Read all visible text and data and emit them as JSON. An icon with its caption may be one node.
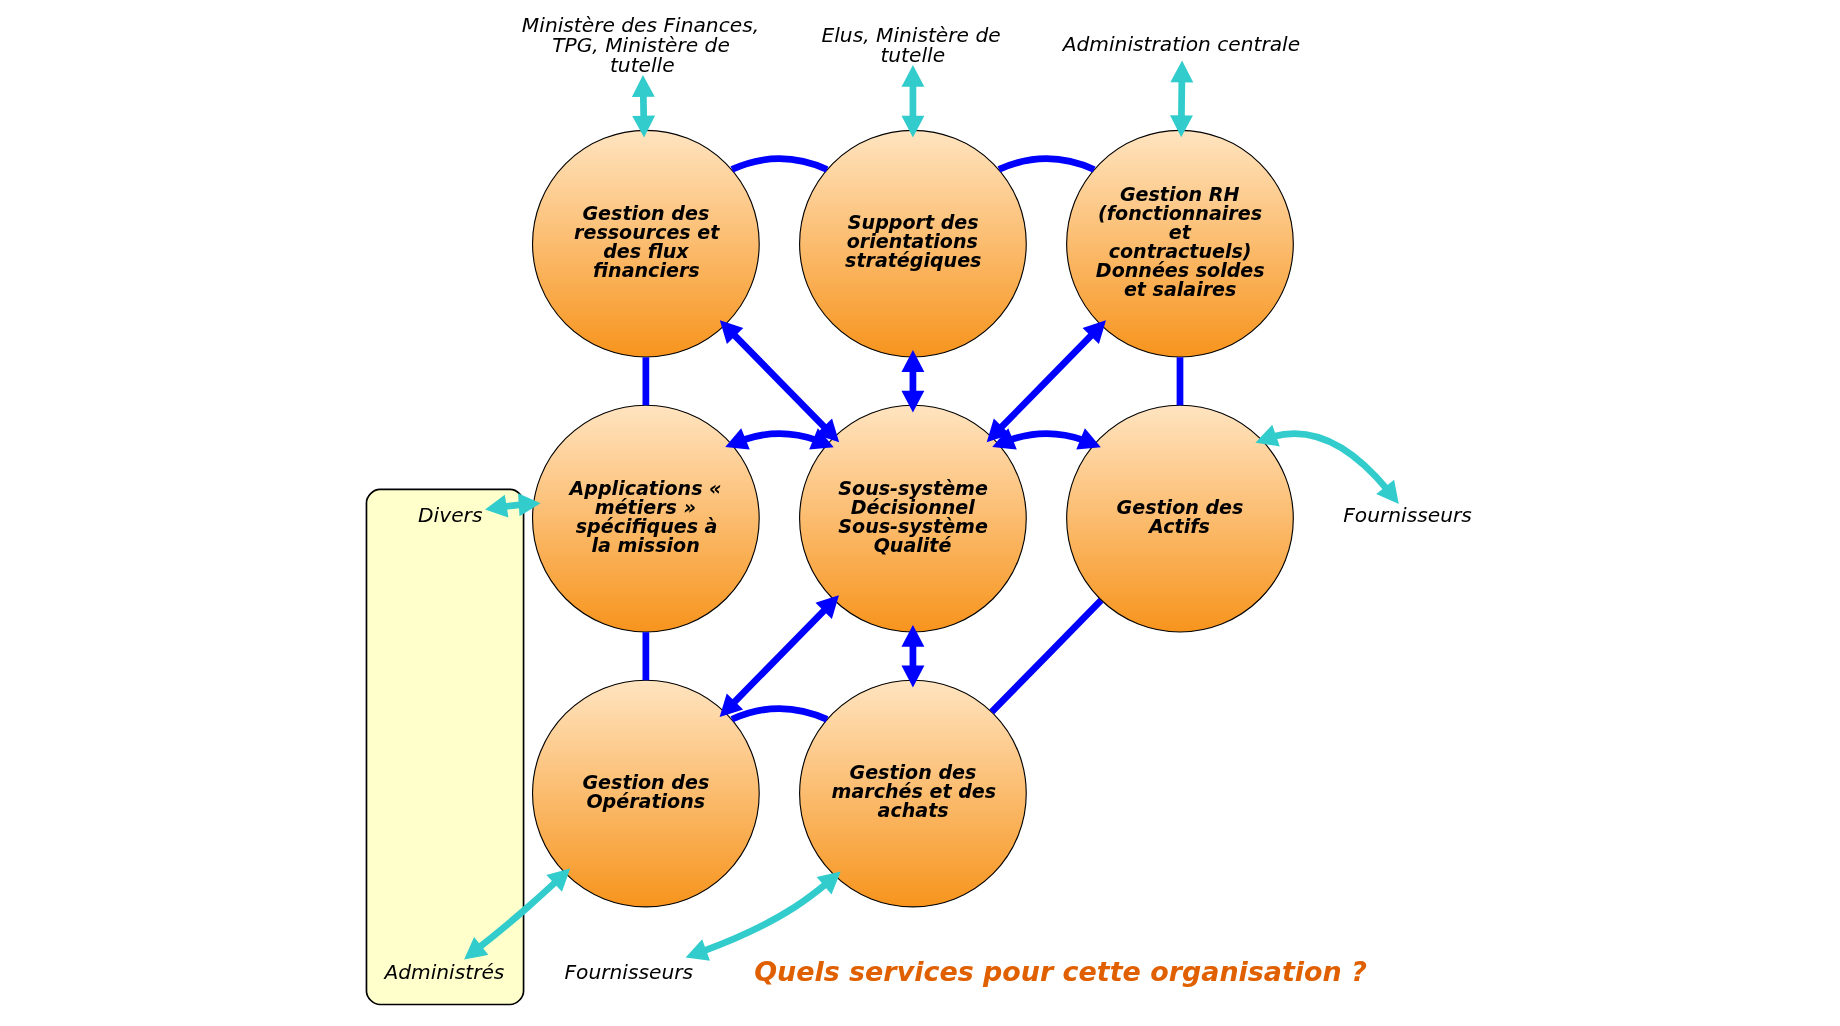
{
  "diagram": {
    "nodes": [
      {
        "text": [
          "Ministère des Finances, TPG, Ministère de tutelle"
        ]
      },
      {
        "text": [
          "Elus, Ministère de tutelle"
        ]
      },
      {
        "text": [
          "Administration centrale"
        ]
      },
      {
        "text": [
          "Gestion des ressources et des flux financiers"
        ]
      },
      {
        "text": [
          "Support des orientations stratégiques"
        ]
      },
      {
        "text": [
          "Gestion RH (fonctionnaires et contractuels)",
          "Données soldes et salaires"
        ]
      },
      {
        "text": [],
        "shape": "ellipse"
      },
      {
        "text": [
          "Applications « métiers » spécifiques à la mission"
        ]
      },
      {
        "text": [
          "Sous-système Décisionnel",
          "Sous-système Qualité"
        ]
      },
      {
        "text": [
          "Gestion des Actifs"
        ]
      },
      {
        "text": [
          "Fournisseurs"
        ]
      },
      {
        "text": [
          "Divers"
        ],
        "in": 6
      },
      {
        "text": [
          "Gestion des Opérations"
        ]
      },
      {
        "text": [
          "Gestion des marchés et des achats"
        ]
      },
      {
        "text": [
          "Administrés"
        ],
        "in": 6
      },
      {
        "text": [
          "Fournisseurs"
        ]
      }
    ],
    "edges": [
      {
        "from": 0,
        "to": 3,
        "arrow": "both",
        "color": "#33cccc"
      },
      {
        "from": 1,
        "to": 4,
        "arrow": "both",
        "color": "#33cccc"
      },
      {
        "from": 2,
        "to": 5,
        "arrow": "both",
        "color": "#33cccc"
      },
      {
        "from": 3,
        "to": 4,
        "arrow": "none",
        "color": "#0000ff"
      },
      {
        "from": 4,
        "to": 5,
        "arrow": "none",
        "color": "#0000ff"
      },
      {
        "from": 5,
        "to": 9,
        "arrow": "none",
        "color": "#0000ff"
      },
      {
        "from": 9,
        "to": 13,
        "arrow": "none",
        "color": "#0000ff"
      },
      {
        "from": 13,
        "to": 12,
        "arrow": "none",
        "color": "#0000ff"
      },
      {
        "from": 12,
        "to": 7,
        "arrow": "none",
        "color": "#0000ff"
      },
      {
        "from": 7,
        "to": 3,
        "arrow": "none",
        "color": "#0000ff"
      },
      {
        "from": 3,
        "to": 8,
        "arrow": "both",
        "color": "#0000ff"
      },
      {
        "from": 4,
        "to": 8,
        "arrow": "both",
        "color": "#0000ff"
      },
      {
        "from": 5,
        "to": 8,
        "arrow": "both",
        "color": "#0000ff"
      },
      {
        "from": 7,
        "to": 8,
        "arrow": "both",
        "color": "#0000ff"
      },
      {
        "from": 8,
        "to": 9,
        "arrow": "both",
        "color": "#0000ff"
      },
      {
        "from": 8,
        "to": 12,
        "arrow": "both",
        "color": "#0000ff"
      },
      {
        "from": 8,
        "to": 13,
        "arrow": "both",
        "color": "#0000ff"
      },
      {
        "from": 11,
        "to": 7,
        "arrow": "both",
        "color": "#33cccc"
      },
      {
        "from": 9,
        "to": 10,
        "arrow": "both",
        "color": "#33cccc"
      },
      {
        "from": 12,
        "to": 14,
        "arrow": "both",
        "color": "#33cccc"
      },
      {
        "from": 13,
        "to": 15,
        "arrow": "both",
        "color": "#33cccc"
      }
    ],
    "labels": [
      "Quels services pour cette organisation ?"
    ]
  }
}
